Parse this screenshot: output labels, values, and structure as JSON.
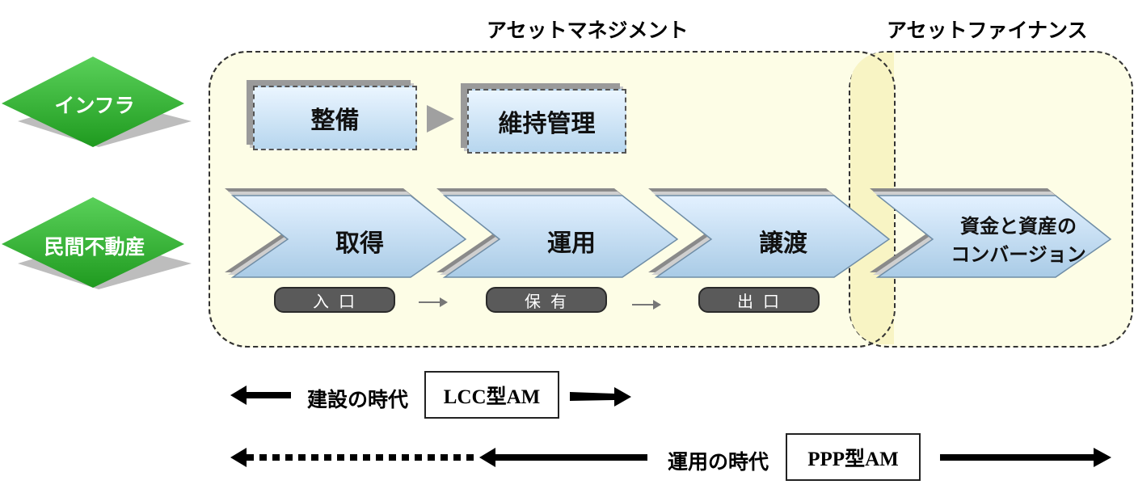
{
  "headers": {
    "asset_management": "アセットマネジメント",
    "asset_finance": "アセットファイナンス"
  },
  "categories": {
    "infra": "インフラ",
    "real_estate": "民間不動産"
  },
  "infra_steps": {
    "maintenance_build": "整備",
    "maintenance_manage": "維持管理"
  },
  "real_estate_steps": {
    "acquire": "取得",
    "operate": "運用",
    "transfer": "譲渡",
    "convert_line1": "資金と資産の",
    "convert_line2": "コンバージョン"
  },
  "phases": {
    "entry": "入口",
    "hold": "保有",
    "exit": "出口"
  },
  "eras": {
    "construction_era": "建設の時代",
    "lcc": "LCC型AM",
    "operation_era": "運用の時代",
    "ppp": "PPP型AM"
  },
  "colors": {
    "green_dark": "#1f9a1f",
    "green_light": "#5ad15a",
    "card_top": "#eaf5ff",
    "card_bottom": "#b7d6ee",
    "region_fill": "#fdfde6",
    "overlap_fill": "#fbf8c9"
  }
}
